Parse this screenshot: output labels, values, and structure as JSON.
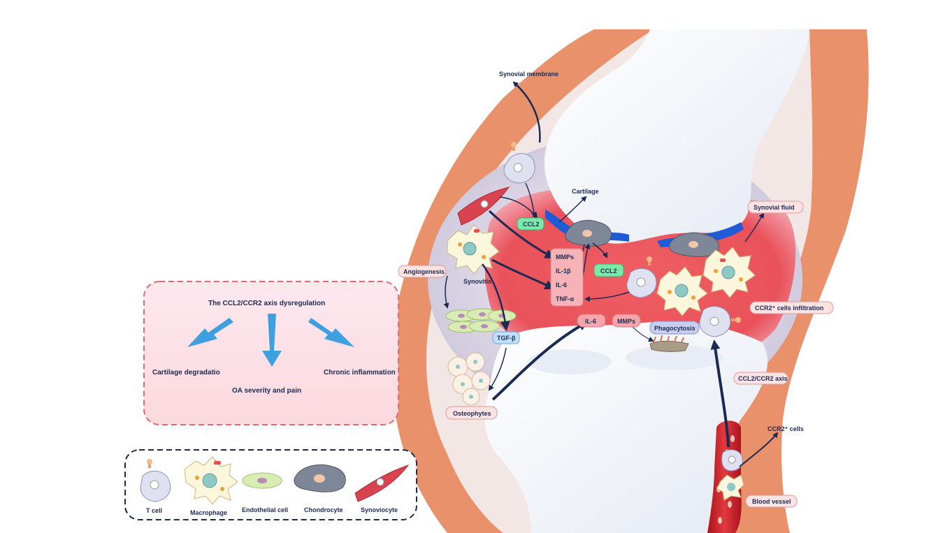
{
  "labels": {
    "synovial_membrane": "Synovial membrane",
    "cartilage": "Cartilage",
    "synovial_fluid": "Synovial fluid",
    "angiogenesis": "Angiogenesis",
    "synovitis": "Synovitis",
    "tgf_beta": "TGF-β",
    "osteophytes": "Osteophytes",
    "ccl2_a": "CCL2",
    "ccl2_b": "CCL2",
    "mmps_list": "MMPs",
    "il1b": "IL-1β",
    "il6_list": "IL-6",
    "tnfa": "TNF-α",
    "il6_pill": "IL-6",
    "mmps_pill": "MMPs",
    "phagocytosis": "Phagocytosis",
    "ccr2_infiltration": "CCR2⁺ cells infiltration",
    "ccl2_ccr2_axis": "CCL2/CCR2 axis",
    "ccr2_cells": "CCR2⁺ cells",
    "blood_vessel": "Blood vessel"
  },
  "axis_box": {
    "title": "The CCL2/CCR2 axis dysregulation",
    "outcome_left": "Cartilage degradatio",
    "outcome_middle": "OA severity and pain",
    "outcome_right": "Chronic inflammation"
  },
  "legend": {
    "t_cell": "T cell",
    "macrophage": "Macrophage",
    "endothelial": "Endothelial cell",
    "chondrocyte": "Chondrocyte",
    "synoviocyte": "Synoviocyte"
  },
  "colors": {
    "navy": "#1b2a52",
    "muscle": "#e8916b",
    "inflamed": "#e9525a",
    "cartilage_blue": "#1f5bd6",
    "ccl2_green": "#7ee8a8",
    "pill_pink": "#fbe3e3",
    "dashed_red": "#e46a6a",
    "tgf_blue": "#bfe0ff"
  }
}
